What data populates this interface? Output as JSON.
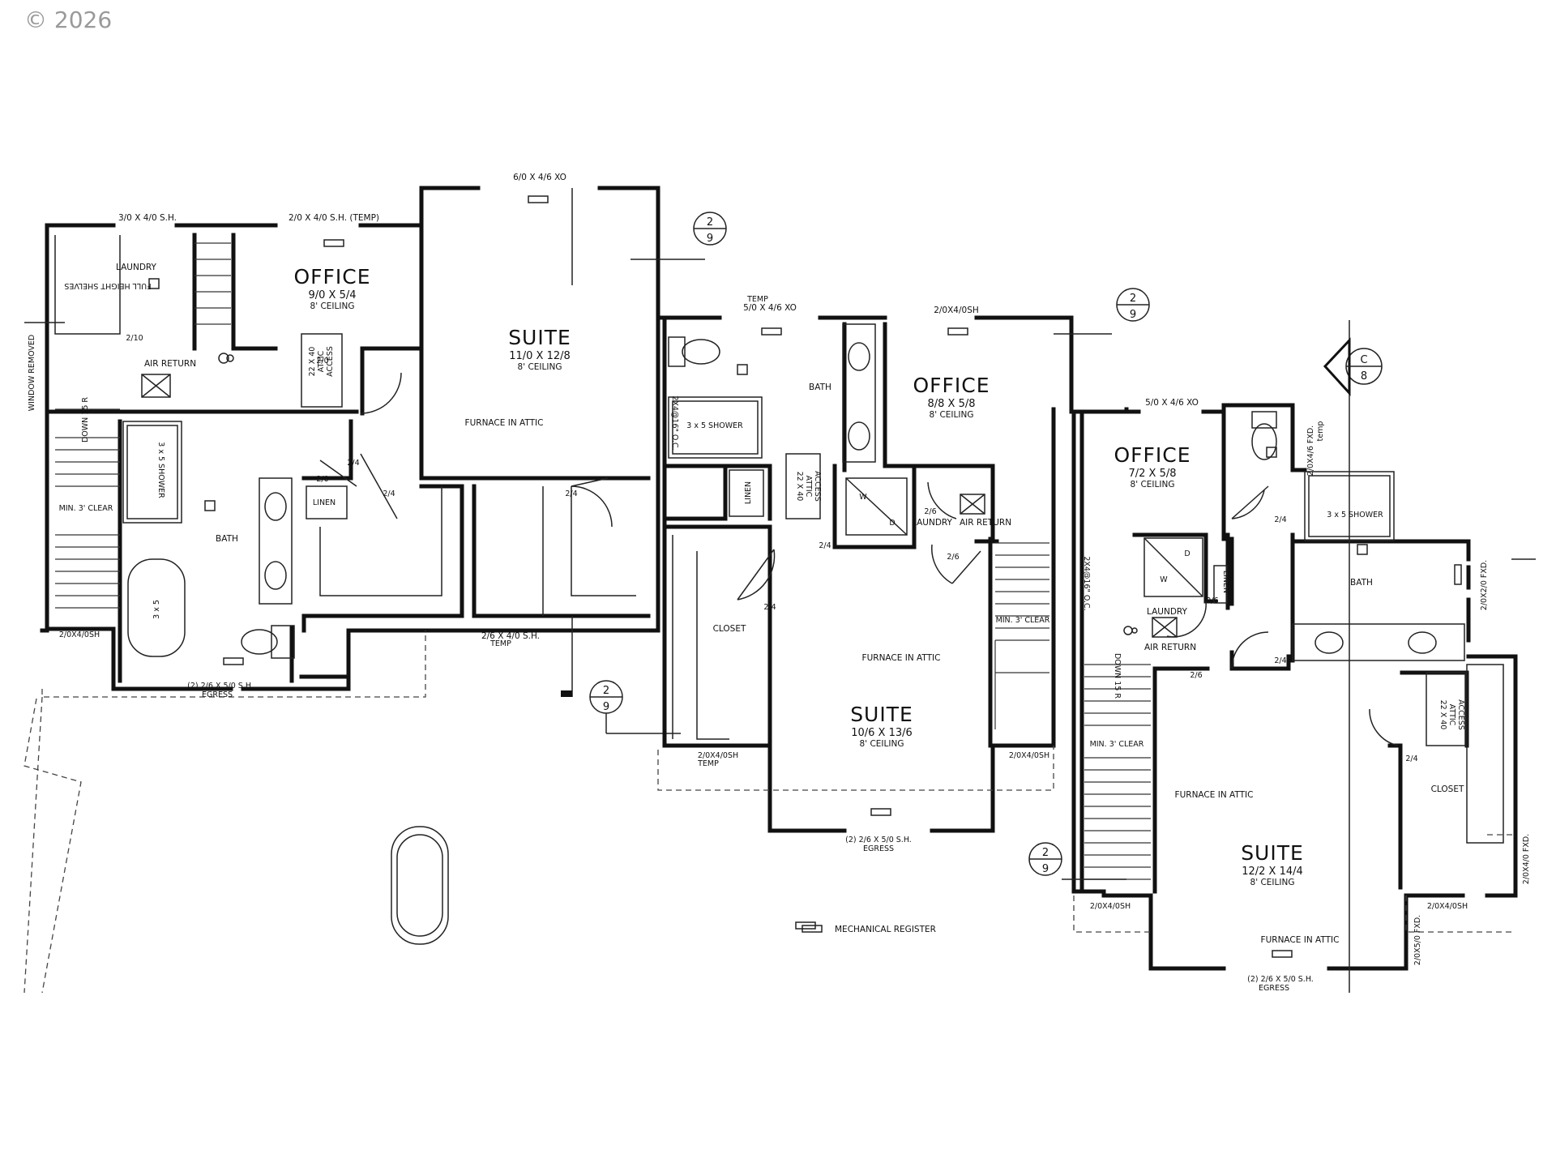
{
  "copyright": "© 2026",
  "sections": [
    {
      "suite": {
        "name": "SUITE",
        "size": "11/0 X 12/8",
        "ceiling": "8' CEILING",
        "furnace": "FURNACE IN ATTIC",
        "window_top": "6/0 X 4/6 XO",
        "window_bottom": "2/6 X 4/0 S.H.",
        "window_bottom_note": "TEMP"
      },
      "office": {
        "name": "OFFICE",
        "size": "9/0 X 5/4",
        "ceiling": "8' CEILING",
        "window": "2/0 X 4/0 S.H. (TEMP)"
      },
      "laundry": {
        "name": "LAUNDRY",
        "window": "3/0 X 4/0 S.H.",
        "shelf": "FULL HEIGHT SHELVES",
        "door": "2/10"
      },
      "air_return": "AIR RETURN",
      "attic_access": [
        "22 X 40",
        "ATTIC",
        "ACCESS"
      ],
      "window_removed": "WINDOW REMOVED",
      "stair": "DOWN 15 R",
      "clearance": "MIN. 3' CLEAR",
      "shower": "3 x 5 SHOWER",
      "tub": "3 x 5",
      "bath": "BATH",
      "linen": "LINEN",
      "doors": [
        "2/4",
        "2/4",
        "2/4",
        "2/0",
        "2/0"
      ],
      "window_side": "2/0X4/0SH",
      "egress_window": "(2) 2/6 X 5/0 S.H.",
      "egress": "EGRESS",
      "section_mark": {
        "num": "2",
        "sheet": "9"
      }
    },
    {
      "suite": {
        "name": "SUITE",
        "size": "10/6 X 13/6",
        "ceiling": "8' CEILING",
        "furnace": "FURNACE IN ATTIC",
        "egress_window": "(2) 2/6 X 5/0 S.H.",
        "egress": "EGRESS"
      },
      "office": {
        "name": "OFFICE",
        "size": "8/8 X 5/8",
        "ceiling": "8' CEILING",
        "window": "2/0X4/0SH"
      },
      "bath": {
        "name": "BATH",
        "window": "5/0 X 4/6 XO",
        "window_note": "TEMP",
        "shower": "3 x 5 SHOWER"
      },
      "wall_note": "2X4@16\" O.C.",
      "closet": "CLOSET",
      "linen": "LINEN",
      "attic_access": [
        "22 X 40",
        "ATTIC",
        "ACCESS"
      ],
      "laundry": "LAUNDRY",
      "washer": "W",
      "dryer": "D",
      "air_return": "AIR RETURN",
      "clearance": "MIN. 3' CLEAR",
      "doors": [
        "2/4",
        "2/4",
        "2/6",
        "2/6"
      ],
      "window_left": "2/0X4/0SH",
      "window_left_note": "TEMP",
      "window_right": "2/0X4/0SH",
      "section_mark": {
        "num": "2",
        "sheet": "9"
      }
    },
    {
      "suite": {
        "name": "SUITE",
        "size": "12/2 X 14/4",
        "ceiling": "8' CEILING",
        "furnace": "FURNACE IN ATTIC",
        "furnace_2": "FURNACE IN ATTIC",
        "egress_window": "(2) 2/6 X 5/0 S.H.",
        "egress": "EGRESS"
      },
      "office": {
        "name": "OFFICE",
        "size": "7/2 X 5/8",
        "ceiling": "8' CEILING",
        "window": "5/0 X 4/6 XO"
      },
      "bath": {
        "name": "BATH",
        "shower": "3 x 5 SHOWER"
      },
      "wall_note": "2X4@16\" O.C.",
      "closet": "CLOSET",
      "linen": "LINEN",
      "laundry": "LAUNDRY",
      "washer": "W",
      "dryer": "D",
      "air_return": "AIR RETURN",
      "attic_access": [
        "22 X 40",
        "ATTIC",
        "ACCESS"
      ],
      "stair": "DOWN 15 R",
      "clearance": "MIN. 3' CLEAR",
      "doors": [
        "2/4",
        "2/4",
        "2/4",
        "2/6",
        "2/6"
      ],
      "window_fxd_1": "2/0X4/6 FXD.",
      "window_fxd_1_note": "temp",
      "window_fxd_2": "2/0X2/0 FXD.",
      "window_fxd_3": "2/0X4/0 FXD.",
      "window_fxd_4": "2/0X5/0 FXD.",
      "window_left": "2/0X4/0SH",
      "window_right": "2/0X4/0SH",
      "section_mark_1": {
        "num": "2",
        "sheet": "9"
      },
      "section_mark_2": {
        "num": "2",
        "sheet": "9"
      },
      "section_mark_c": {
        "letter": "C",
        "sheet": "8"
      }
    }
  ],
  "legend": {
    "label": "MECHANICAL REGISTER"
  }
}
